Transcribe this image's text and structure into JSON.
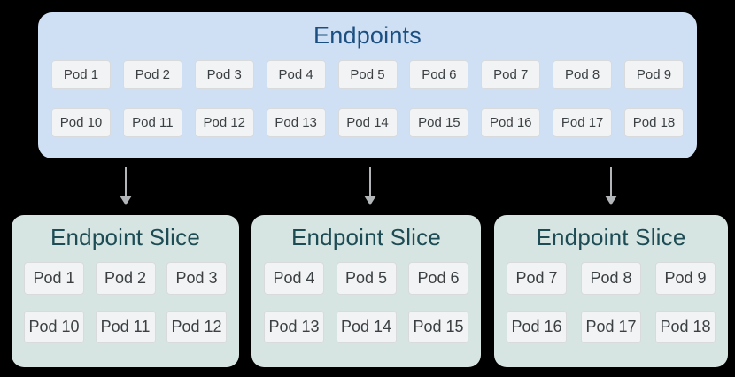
{
  "canvas": {
    "background": "#000000"
  },
  "endpoints": {
    "title": "Endpoints",
    "fill": "#cfe0f4",
    "title_color": "#1b4f82",
    "rows": [
      [
        "Pod 1",
        "Pod 2",
        "Pod 3",
        "Pod 4",
        "Pod 5",
        "Pod 6",
        "Pod 7",
        "Pod 8",
        "Pod 9"
      ],
      [
        "Pod 10",
        "Pod 11",
        "Pod 12",
        "Pod 13",
        "Pod 14",
        "Pod 15",
        "Pod 16",
        "Pod 17",
        "Pod 18"
      ]
    ]
  },
  "arrows": {
    "count": 3,
    "direction": "down",
    "color": "#b3b6b8"
  },
  "slices": [
    {
      "title": "Endpoint Slice",
      "rows": [
        [
          "Pod 1",
          "Pod 2",
          "Pod 3"
        ],
        [
          "Pod 10",
          "Pod 11",
          "Pod 12"
        ]
      ]
    },
    {
      "title": "Endpoint Slice",
      "rows": [
        [
          "Pod 4",
          "Pod 5",
          "Pod 6"
        ],
        [
          "Pod 13",
          "Pod 14",
          "Pod 15"
        ]
      ]
    },
    {
      "title": "Endpoint Slice",
      "rows": [
        [
          "Pod 7",
          "Pod 8",
          "Pod 9"
        ],
        [
          "Pod 16",
          "Pod 17",
          "Pod 18"
        ]
      ]
    }
  ],
  "slice_style": {
    "fill": "#d6e5e2",
    "title_color": "#1e4c55"
  },
  "pod_style": {
    "fill": "#f1f3f4",
    "border": "#d8dadc",
    "text_color": "#3c4043"
  }
}
